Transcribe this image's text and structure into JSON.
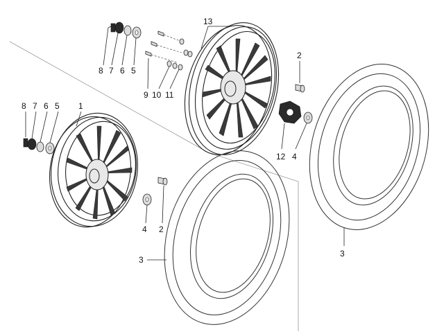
{
  "labels": {
    "top_8": "8",
    "top_7": "7",
    "top_6": "6",
    "top_5": "5",
    "top_13": "13",
    "top_9": "9",
    "top_10": "10",
    "top_11": "11",
    "right_2": "2",
    "right_12": "12",
    "right_4": "4",
    "right_3": "3",
    "left_8": "8",
    "left_7": "7",
    "left_6": "6",
    "left_5": "5",
    "left_1": "1",
    "left_4": "4",
    "left_2": "2",
    "left_3": "3"
  }
}
